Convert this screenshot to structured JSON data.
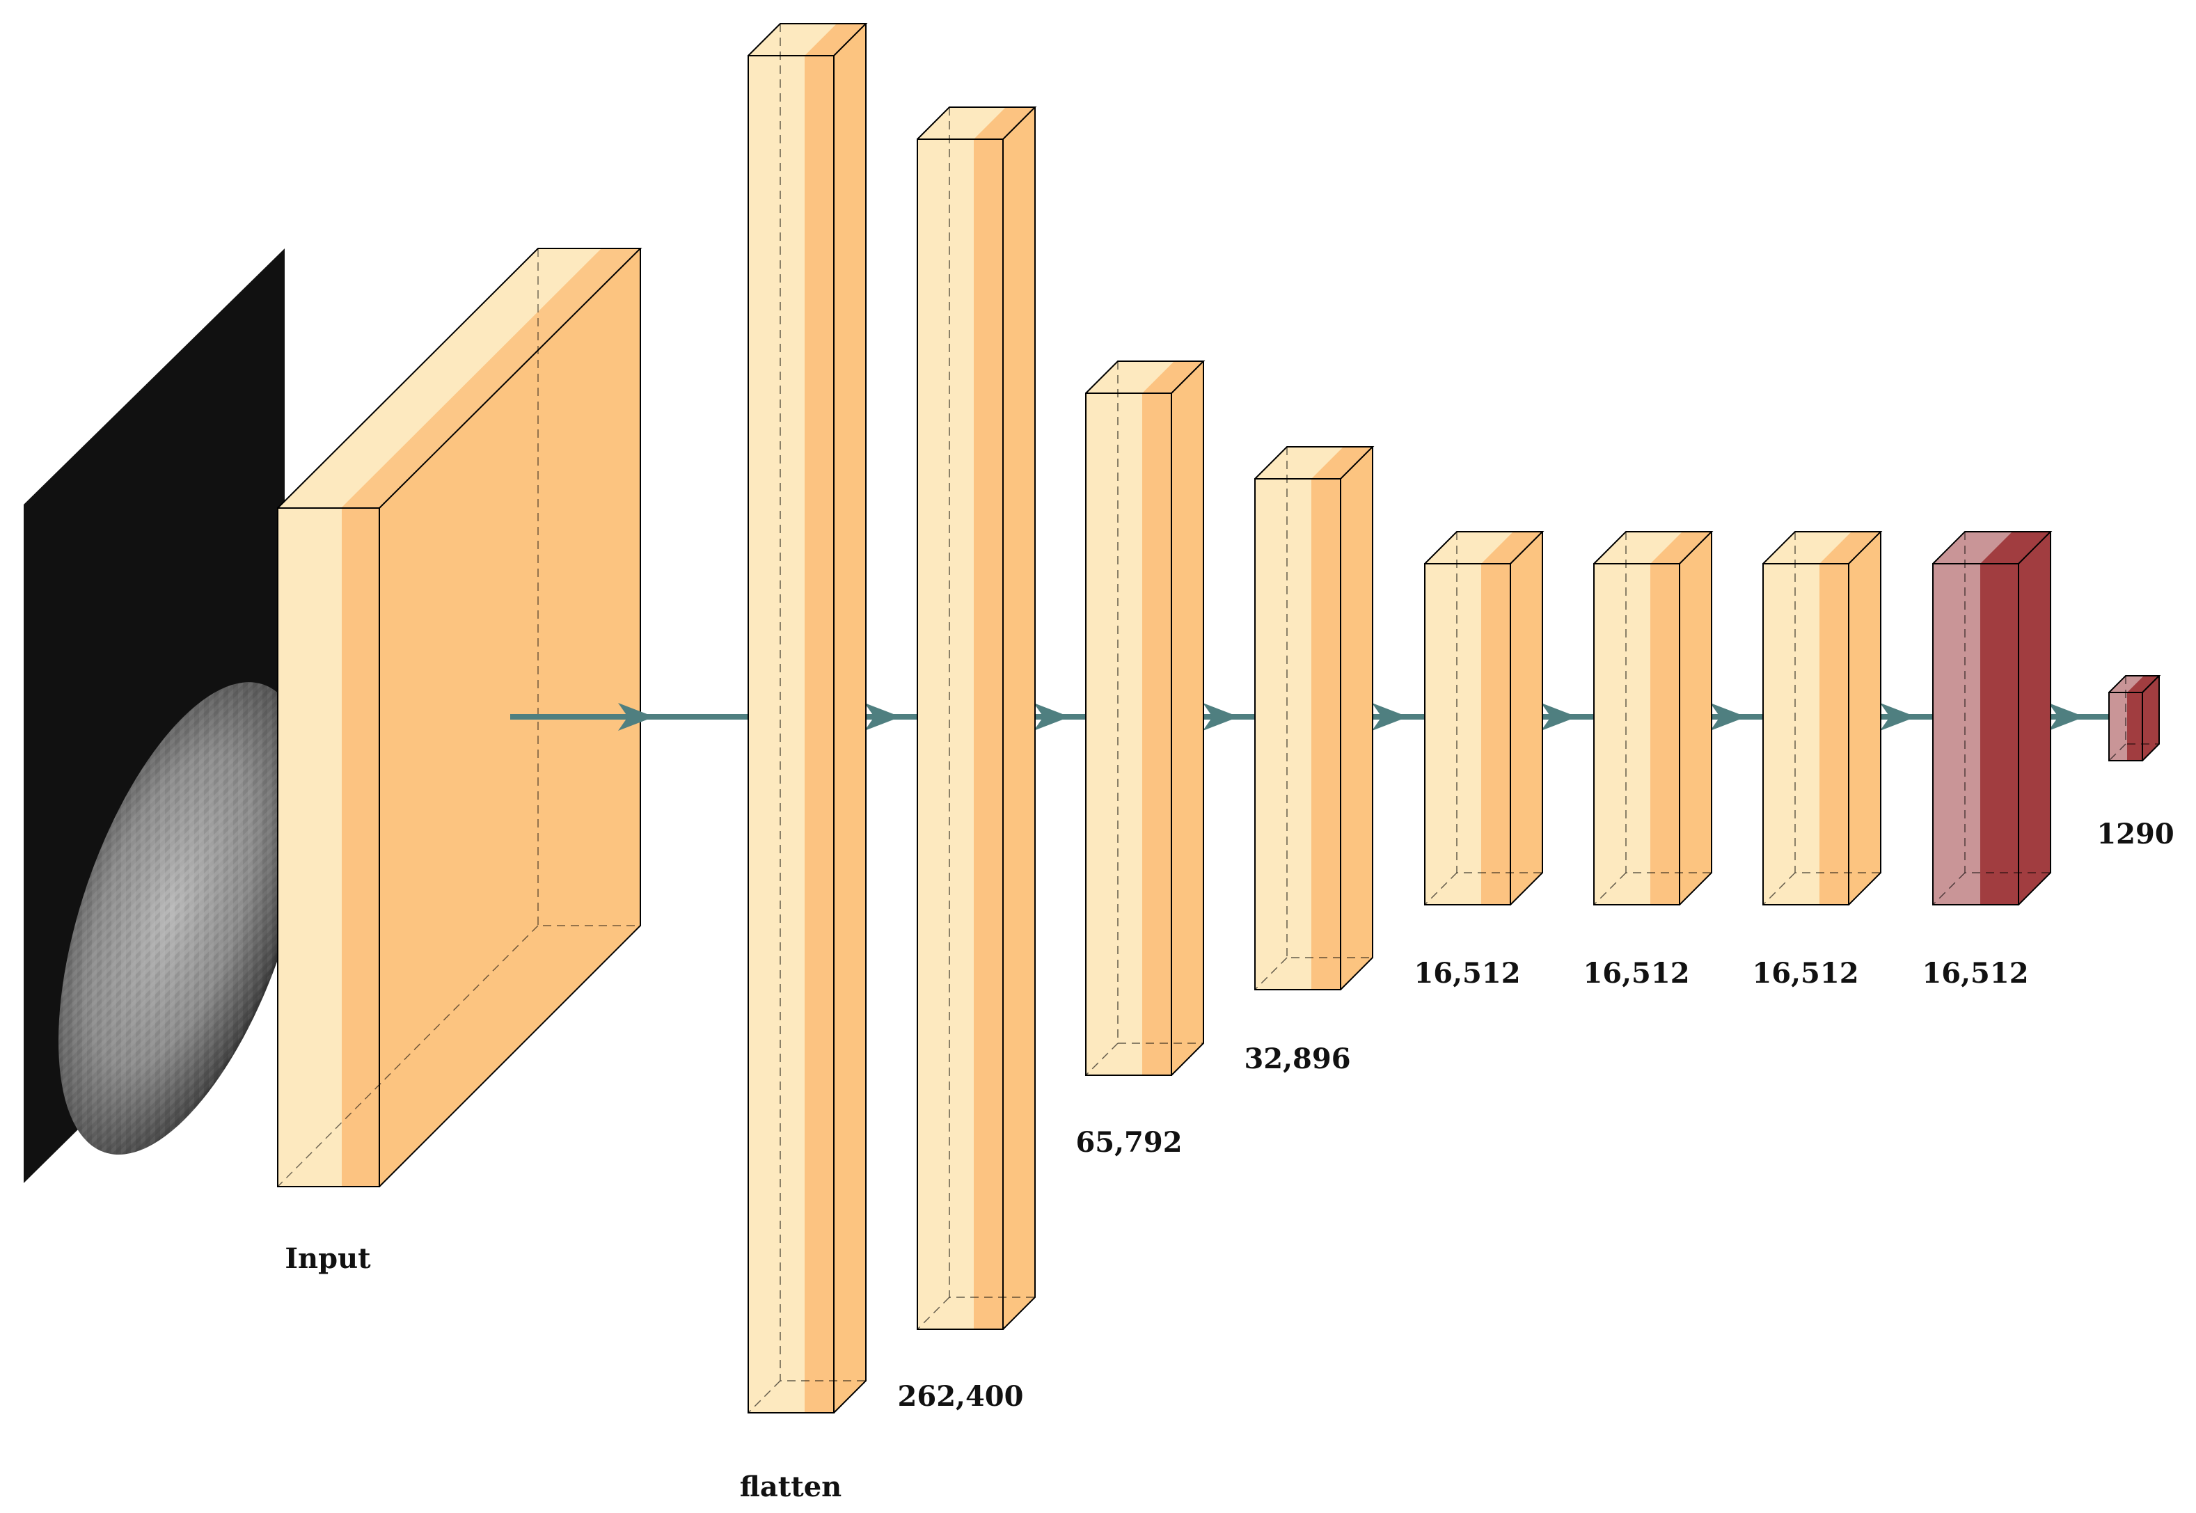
{
  "diagram": {
    "input_label": "Input",
    "labels": [
      "flatten",
      "262,400",
      "65,792",
      "32,896",
      "16,512",
      "16,512",
      "16,512",
      "16,512",
      "1290"
    ]
  },
  "colors": {
    "block_light": "#fde9bf",
    "block_mid": "#fcc381",
    "block_side": "#fcc480",
    "output_light": "#c99597",
    "output_dark": "#a13d40",
    "arrow": "#4f7f80",
    "input_image_bg": "#111111"
  }
}
